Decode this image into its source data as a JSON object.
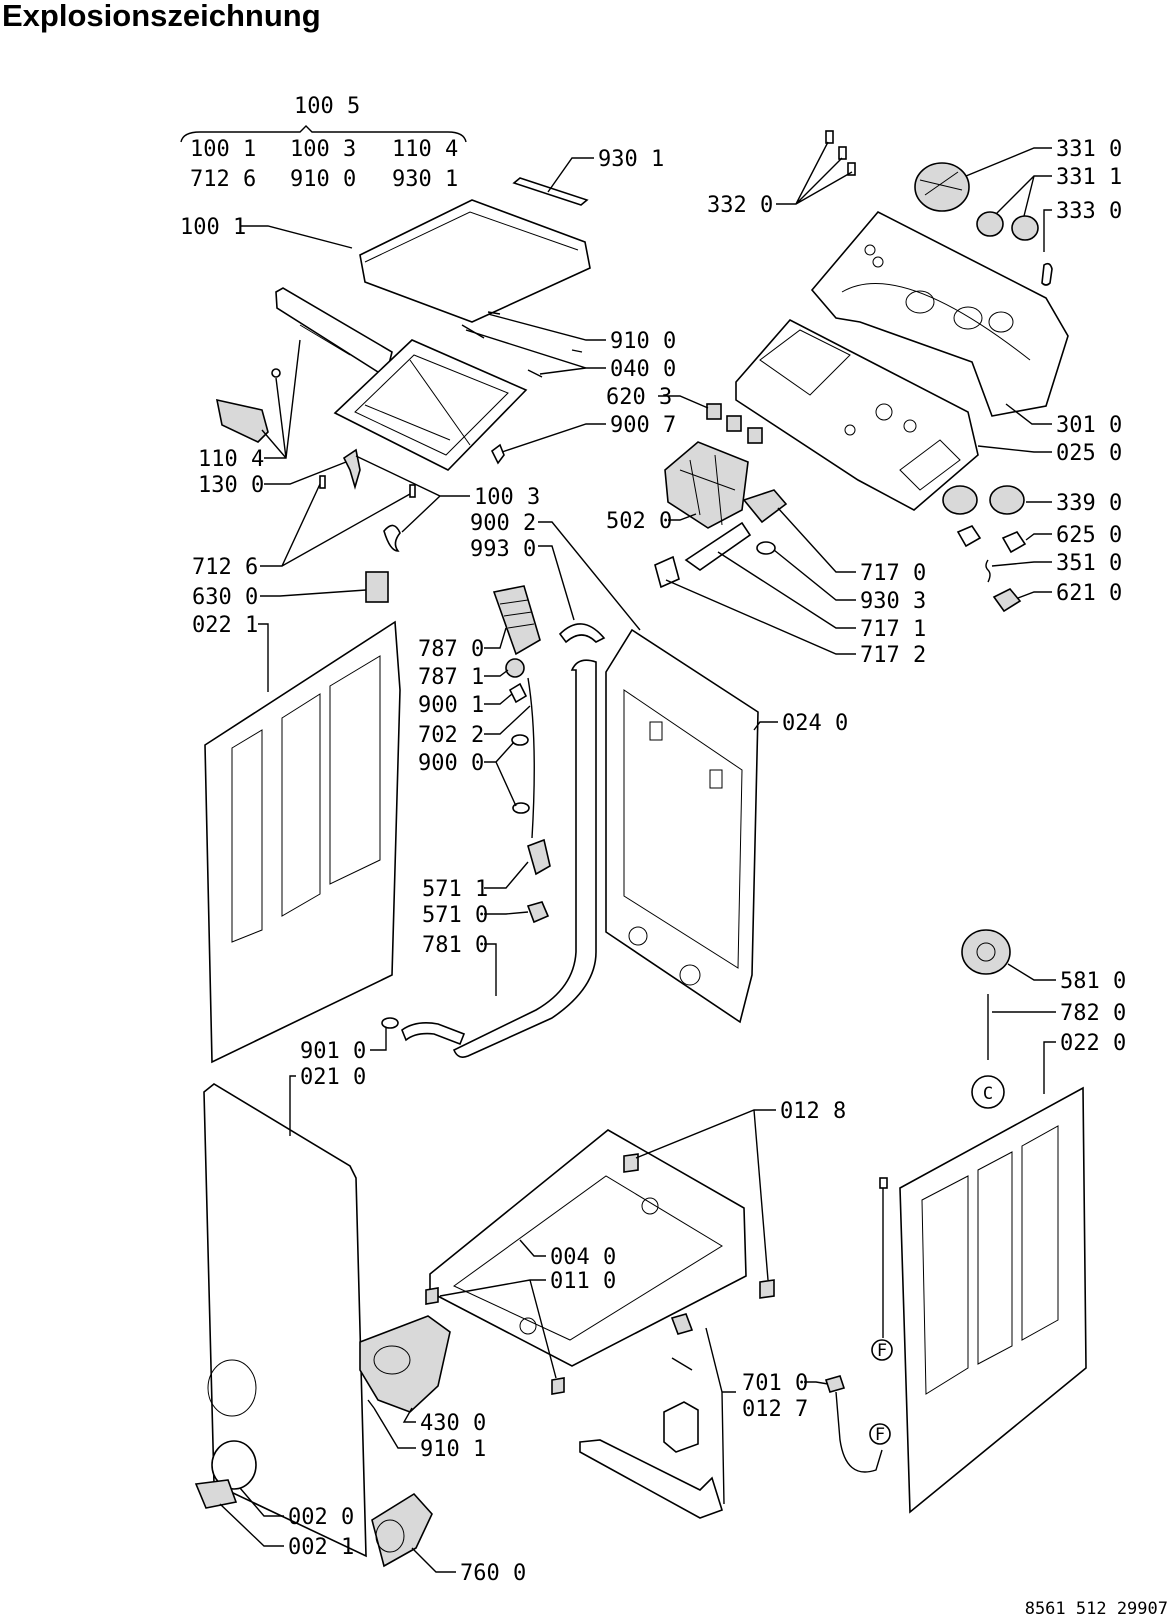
{
  "title": "Explosionszeichnung",
  "drawing_number": "8561 512 29907",
  "group_label": "100 5",
  "group_items": [
    "100 1",
    "100 3",
    "110 4",
    "712 6",
    "910 0",
    "930 1"
  ],
  "labels": {
    "l9301_top": "930 1",
    "l3320": "332 0",
    "l3310": "331 0",
    "l3311": "331 1",
    "l3330": "333 0",
    "l1001": "100 1",
    "l9100": "910 0",
    "l0400": "040 0",
    "l6203": "620 3",
    "l9007": "900 7",
    "l3010": "301 0",
    "l0250": "025 0",
    "l1104": "110 4",
    "l1300": "130 0",
    "l1003": "100 3",
    "l9002": "900 2",
    "l9930": "993 0",
    "l5020": "502 0",
    "l3390": "339 0",
    "l6250": "625 0",
    "l3510": "351 0",
    "l6210": "621 0",
    "l7170": "717 0",
    "l9303": "930 3",
    "l7171": "717 1",
    "l7172": "717 2",
    "l7126": "712 6",
    "l6300": "630 0",
    "l0221": "022 1",
    "l7870": "787 0",
    "l7871": "787 1",
    "l9001": "900 1",
    "l7022": "702 2",
    "l9000": "900 0",
    "l0240": "024 0",
    "l5711": "571 1",
    "l5710": "571 0",
    "l7810": "781 0",
    "l5810": "581 0",
    "l7820": "782 0",
    "l0220": "022 0",
    "l9010": "901 0",
    "l0210": "021 0",
    "l0128": "012 8",
    "l0040": "004 0",
    "l0110": "011 0",
    "l7010": "701 0",
    "l0127": "012 7",
    "l4300": "430 0",
    "l9101": "910 1",
    "l0020": "002 0",
    "l0021": "002 1",
    "l7600": "760 0"
  },
  "markers": {
    "c": "C",
    "f": "F"
  }
}
